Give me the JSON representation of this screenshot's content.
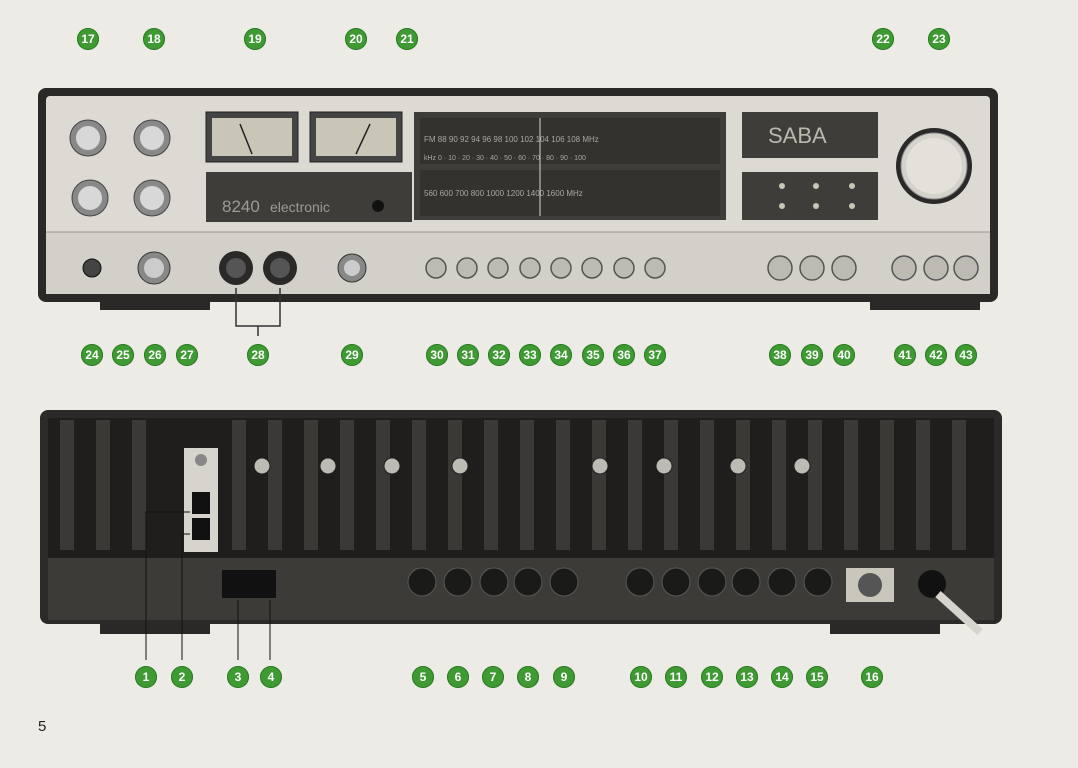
{
  "front_panel": {
    "brand": "SABA",
    "model": "8240",
    "model_suffix": "electronic",
    "fm_scale": "FM 88 90 92 94 96 98 100 102 104 106 108 MHz",
    "am_scale": "560 600 700 800 1000 1200 1400 1600 MHz",
    "khz_scale": "kHz 0 · 10 · 20 · 30 · 40 · 50 · 60 · 70 · 80 · 90 · 100"
  },
  "callouts_front_top": [
    "17",
    "18",
    "19",
    "20",
    "21",
    "22",
    "23"
  ],
  "callouts_front_bottom": [
    "24",
    "25",
    "26",
    "27",
    "28",
    "29",
    "30",
    "31",
    "32",
    "33",
    "34",
    "35",
    "36",
    "37",
    "38",
    "39",
    "40",
    "41",
    "42",
    "43"
  ],
  "callouts_rear_bottom": [
    "1",
    "2",
    "3",
    "4",
    "5",
    "6",
    "7",
    "8",
    "9",
    "10",
    "11",
    "12",
    "13",
    "14",
    "15",
    "16"
  ],
  "page_number": "5",
  "colors": {
    "callout": "#3f9a34",
    "panel": "#d8d6cf",
    "rear": "#2b2a28"
  }
}
